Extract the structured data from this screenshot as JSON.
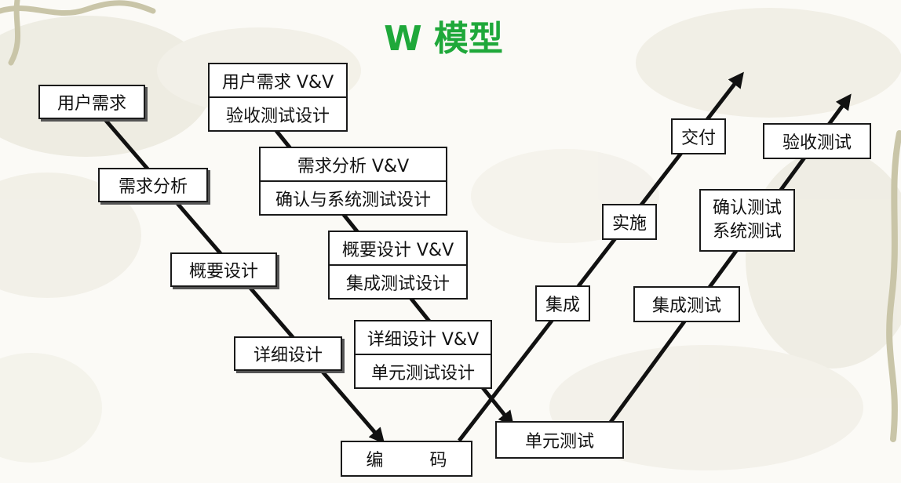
{
  "title": "W 模型",
  "colors": {
    "title": "#1fa83a",
    "line": "#111111",
    "box_border": "#1a1a1a",
    "background_wash": "#e6e3d6"
  },
  "left_v": {
    "user_requirements": "用户需求",
    "requirements_analysis": "需求分析",
    "outline_design": "概要设计",
    "detailed_design": "详细设计",
    "coding": "编 码"
  },
  "verification_boxes": [
    {
      "top": "用户需求 V&V",
      "bottom": "验收测试设计"
    },
    {
      "top": "需求分析 V&V",
      "bottom": "确认与系统测试设计"
    },
    {
      "top": "概要设计 V&V",
      "bottom": "集成测试设计"
    },
    {
      "top": "详细设计 V&V",
      "bottom": "单元测试设计"
    }
  ],
  "right_dev": {
    "integration": "集成",
    "implementation": "实施",
    "delivery": "交付"
  },
  "right_test": {
    "unit_test": "单元测试",
    "integration_test": "集成测试",
    "validation_system_test": [
      "确认测试",
      "系统测试"
    ],
    "acceptance_test": "验收测试"
  }
}
